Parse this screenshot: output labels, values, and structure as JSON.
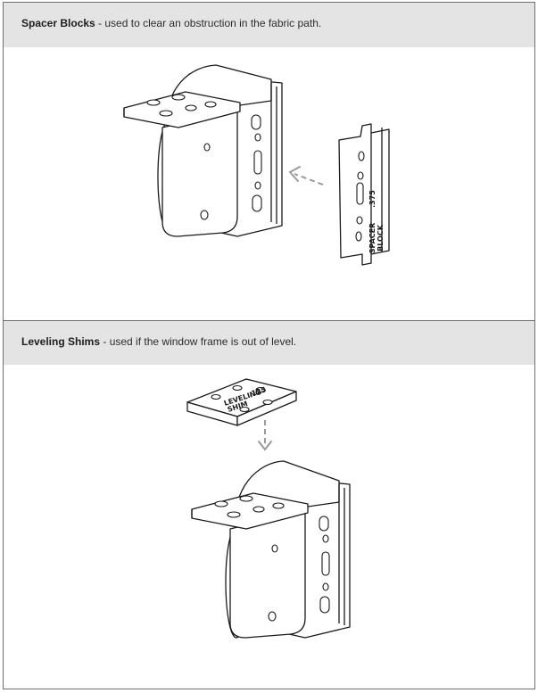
{
  "sections": [
    {
      "title": "Spacer Blocks",
      "description": " - used to clear an obstruction in the fabric path.",
      "part_stamp_line1": "SPACER",
      "part_stamp_line2": "BLOCK",
      "part_stamp_size": ".375"
    },
    {
      "title": "Leveling Shims",
      "description": " - used if the window frame is out of level.",
      "part_stamp_line1": "LEVELING",
      "part_stamp_line2": "SHIM",
      "part_stamp_size": ".125"
    }
  ],
  "colors": {
    "band": "#e4e4e4",
    "border": "#6f6f6f",
    "arrow": "#9a9a9a"
  },
  "icons": [
    "bracket-illustration",
    "spacer-block-illustration",
    "leveling-shim-illustration",
    "arrow-left-icon",
    "arrow-down-icon"
  ]
}
